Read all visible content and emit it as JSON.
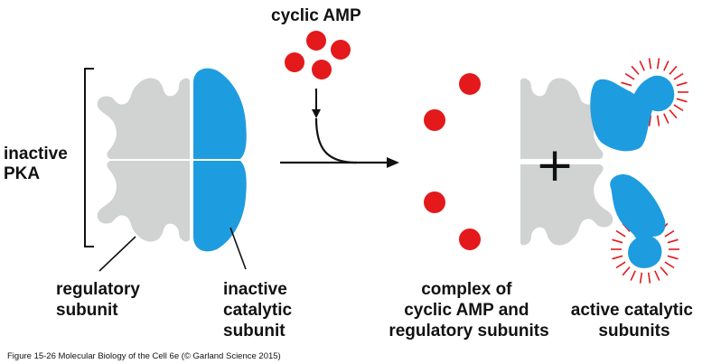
{
  "labels": {
    "cyclic_amp": "cyclic AMP",
    "inactive_pka": [
      "inactive",
      "PKA"
    ],
    "regulatory_subunit": [
      "regulatory",
      "subunit"
    ],
    "inactive_catalytic_subunit": [
      "inactive",
      "catalytic",
      "subunit"
    ],
    "complex": [
      "complex of",
      "cyclic AMP and",
      "regulatory subunits"
    ],
    "active_catalytic_subunits": [
      "active catalytic",
      "subunits"
    ],
    "plus": "+"
  },
  "caption": "Figure 15-26  Molecular Biology of the Cell 6e (© Garland Science 2015)",
  "colors": {
    "regulatory": "#d0d3d1",
    "catalytic": "#1e9ce0",
    "camp": "#e3191c",
    "activity_rays": "#e3191c",
    "line": "#111111"
  }
}
